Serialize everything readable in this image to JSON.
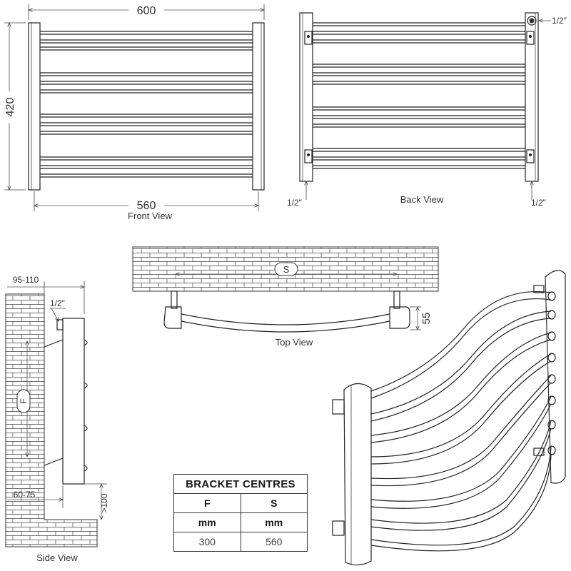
{
  "front_view": {
    "caption": "Front View",
    "width_label": "600",
    "height_label": "420",
    "centres_label": "560"
  },
  "back_view": {
    "caption": "Back View",
    "connection_top": "1/2\"",
    "connection_bottom_left": "1/2\"",
    "connection_bottom_right": "1/2\""
  },
  "top_view": {
    "caption": "Top View",
    "s_marker": "S",
    "depth_label": "55"
  },
  "side_view": {
    "caption": "Side View",
    "wall_gap_label": "95-110",
    "connection_label": "1/2\"",
    "f_marker": "F",
    "lower_gap_label": "60-75",
    "floor_gap_label": ">100"
  },
  "bracket_table": {
    "title": "BRACKET CENTRES",
    "headers": [
      "F",
      "S"
    ],
    "units": [
      "mm",
      "mm"
    ],
    "values": [
      "300",
      "560"
    ]
  }
}
